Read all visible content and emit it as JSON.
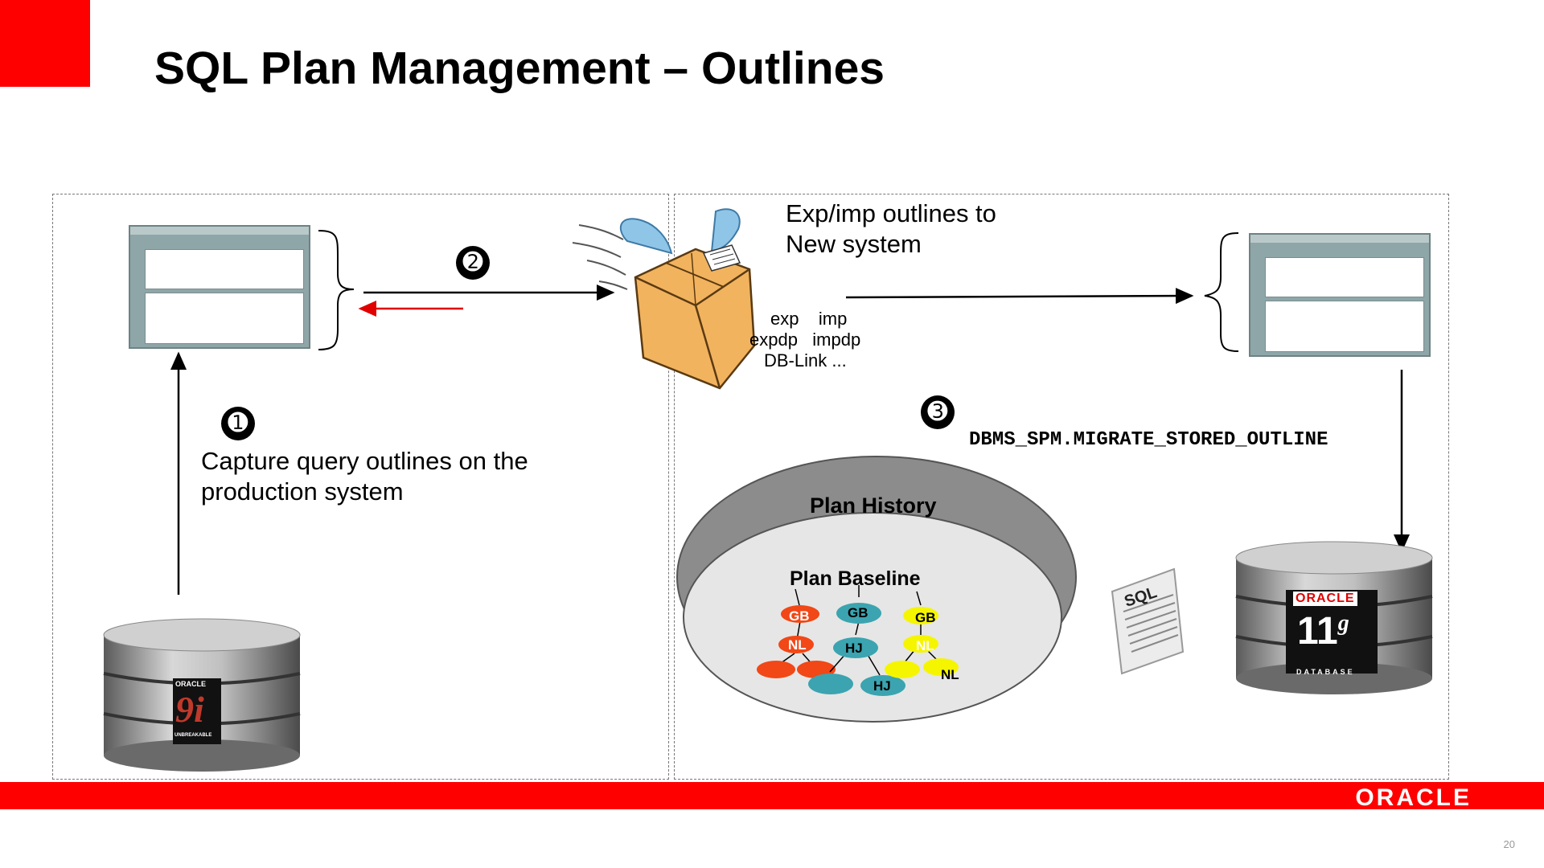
{
  "slide": {
    "title": "SQL Plan Management – Outlines",
    "page_number": "20",
    "brand": "ORACLE",
    "colors": {
      "accent": "#ff0000",
      "plan_history": "#8c8c8c",
      "plan_baseline": "#e6e6e6"
    }
  },
  "steps": {
    "one": {
      "marker": "➊",
      "text_line1": "Capture query outlines on the",
      "text_line2": "production system"
    },
    "two": {
      "marker": "➋"
    },
    "three": {
      "marker": "➌",
      "procedure": "DBMS_SPM.MIGRATE_STORED_OUTLINE"
    }
  },
  "transfer": {
    "label_line1": "Exp/imp outlines to",
    "label_line2": "New system",
    "methods": [
      "exp    imp",
      "expdp   impdp",
      "DB-Link ..."
    ]
  },
  "databases": {
    "source": {
      "brand": "ORACLE",
      "version": "9i",
      "caption": "UNBREAKABLE"
    },
    "target": {
      "brand": "ORACLE",
      "version": "11",
      "version_sup": "g",
      "caption": "DATABASE"
    }
  },
  "plan_history": {
    "title": "Plan History",
    "baseline_title": "Plan Baseline",
    "nodes": {
      "gb": "GB",
      "nl": "NL",
      "hj": "HJ"
    }
  },
  "sql_doc": {
    "label": "SQL"
  },
  "icons": [
    "screen-thumbnail",
    "winged-box",
    "database-cylinder",
    "sql-document"
  ]
}
